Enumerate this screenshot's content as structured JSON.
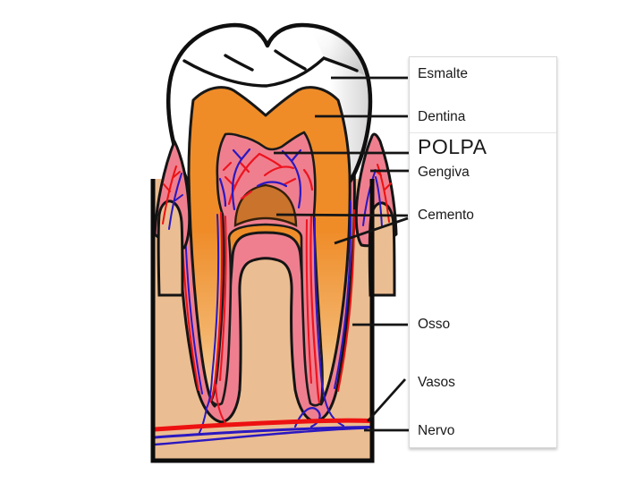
{
  "diagram": {
    "subject": "tooth-anatomy-cross-section",
    "language": "Portuguese"
  },
  "labels": {
    "esmalte": "Esmalte",
    "dentina": "Dentina",
    "polpa": "POLPA",
    "gengiva": "Gengiva",
    "cemento": "Cemento",
    "osso": "Osso",
    "vasos": "Vasos",
    "nervo": "Nervo"
  },
  "colors": {
    "enamel": "#ffffff",
    "enamel_shade": "#c9c9c9",
    "dentin": "#ef8c28",
    "dentin_dark": "#c9732c",
    "dentin_fade": "#f7d7ac",
    "pulp_pink": "#ef7f8f",
    "gum_pink": "#ef7f8f",
    "bone": "#ebbd92",
    "vessel_red": "#ed1111",
    "vessel_blue": "#2b18c0",
    "outline": "#141414",
    "panel_border": "#d9d9d9"
  }
}
